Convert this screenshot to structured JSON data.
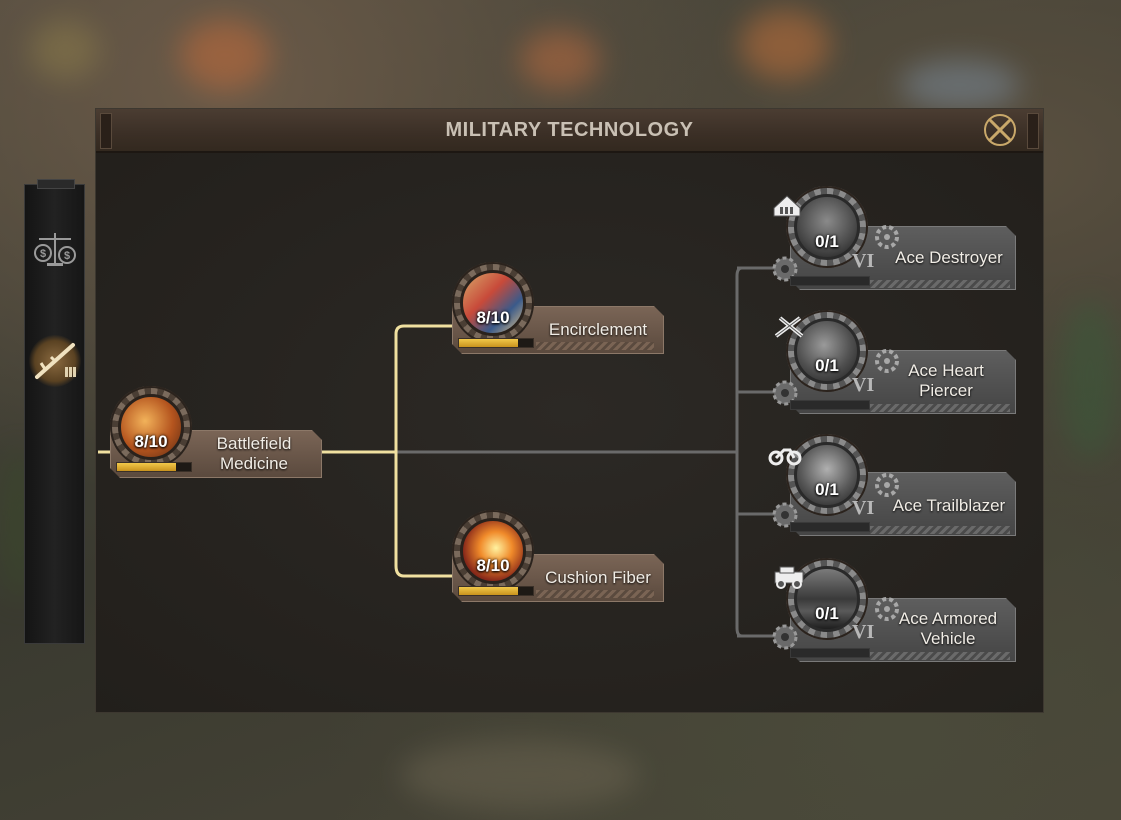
{
  "title": "MILITARY TECHNOLOGY",
  "close_icon": "close-x-icon",
  "side_rail": {
    "items": [
      {
        "id": "economy",
        "icon": "scales-money-icon",
        "selected": false
      },
      {
        "id": "military",
        "icon": "rifle-icon",
        "selected": true
      }
    ]
  },
  "colors": {
    "active_line": "#f0e0a0",
    "inactive_line": "#6a6a6a",
    "progress": "#e8b83a"
  },
  "nodes": {
    "battlefield_medicine": {
      "name": "Battlefield\nMedicine",
      "level": "8/10",
      "progress": 0.8,
      "icon": "burning-tent-icon",
      "unlocked": true
    },
    "encirclement": {
      "name": "Encirclement",
      "level": "8/10",
      "progress": 0.8,
      "icon": "war-map-icon",
      "unlocked": true
    },
    "cushion_fiber": {
      "name": "Cushion Fiber",
      "level": "8/10",
      "progress": 0.8,
      "icon": "glowing-fiber-icon",
      "unlocked": true
    },
    "ace_destroyer": {
      "name": "Ace Destroyer",
      "level": "0/1",
      "tier": "VI",
      "progress": 0,
      "icon": "soldier-helmet-icon",
      "type_icon": "infantry-icon",
      "unlocked": false
    },
    "ace_heart_piercer": {
      "name": "Ace Heart\nPiercer",
      "level": "0/1",
      "tier": "VI",
      "progress": 0,
      "icon": "gas-mask-soldier-icon",
      "type_icon": "crossed-guns-icon",
      "unlocked": false
    },
    "ace_trailblazer": {
      "name": "Ace Trailblazer",
      "level": "0/1",
      "tier": "VI",
      "progress": 0,
      "icon": "motorcycle-helmet-icon",
      "type_icon": "motorcycle-icon",
      "unlocked": false
    },
    "ace_armored_vehicle": {
      "name": "Ace Armored\nVehicle",
      "level": "0/1",
      "tier": "VI",
      "progress": 0,
      "icon": "armored-truck-icon",
      "type_icon": "jeep-icon",
      "unlocked": false
    }
  }
}
